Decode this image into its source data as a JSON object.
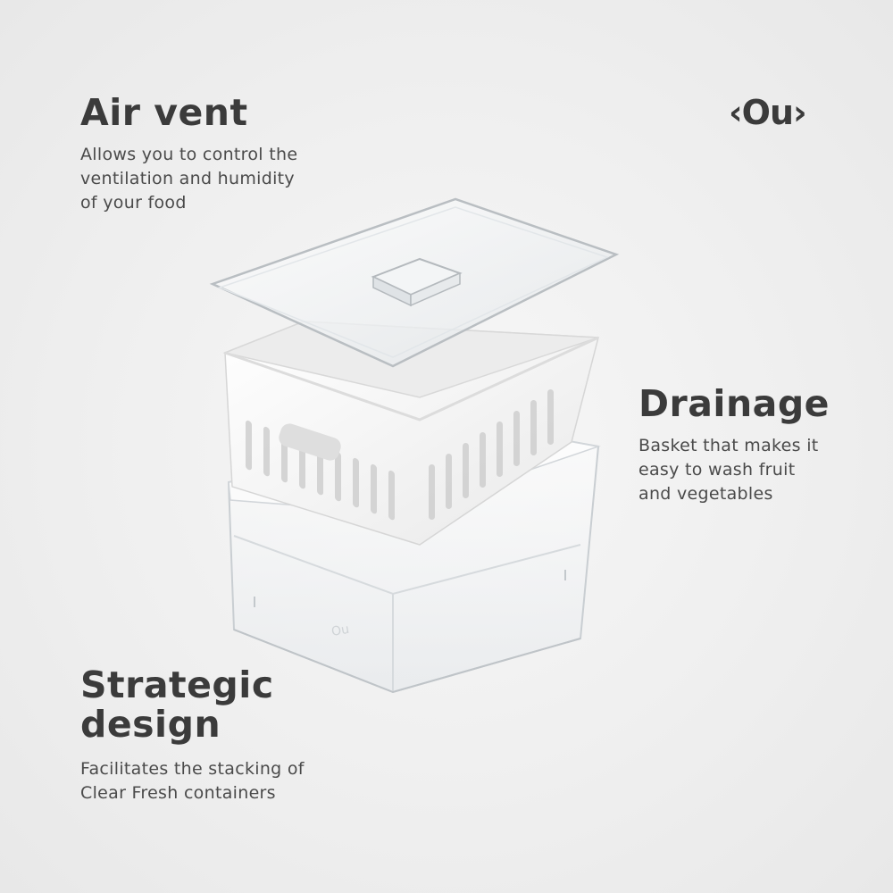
{
  "brand": {
    "logo": "‹Ou›"
  },
  "features": {
    "air_vent": {
      "title": "Air vent",
      "desc_lines": [
        "Allows you to control the",
        "ventilation and humidity",
        "of your food"
      ]
    },
    "drainage": {
      "title": "Drainage",
      "desc_lines": [
        "Basket that makes it",
        "easy to wash fruit",
        "and vegetables"
      ]
    },
    "strategic_design": {
      "title_lines": [
        "Strategic",
        "design"
      ],
      "desc_lines": [
        "Facilitates the stacking of",
        "Clear Fresh containers"
      ]
    }
  },
  "product": {
    "embossed_label": "Ou",
    "colors": {
      "basket": "#f4f4f4",
      "clear_plastic": "#dfe3e6",
      "text": "#3b3b3b"
    }
  }
}
